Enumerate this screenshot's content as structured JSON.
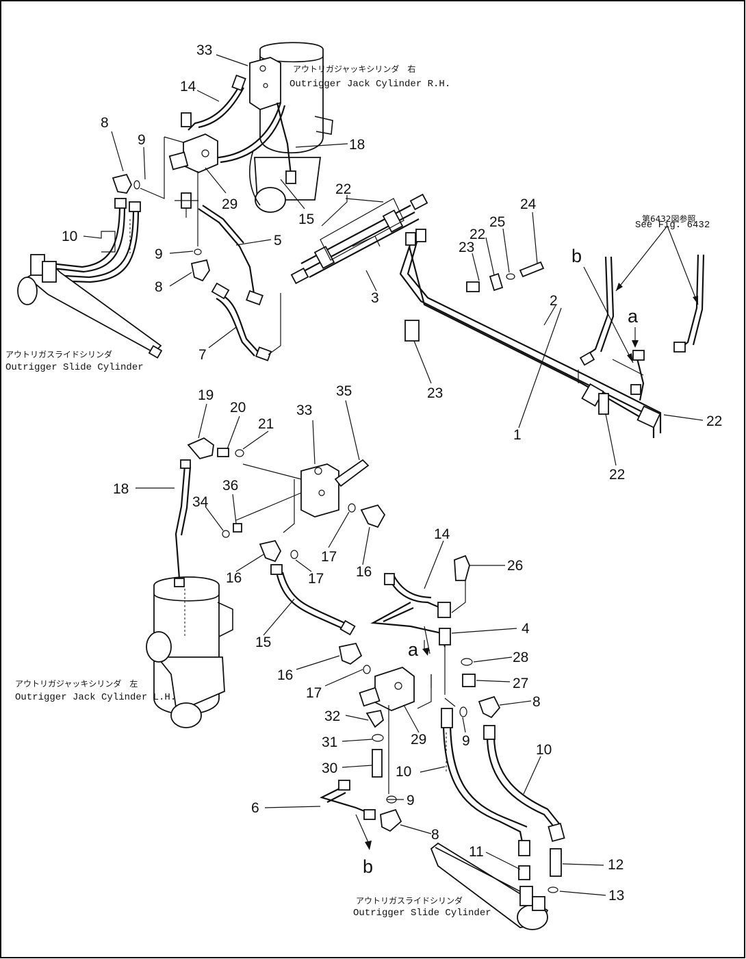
{
  "frame_color": "#111111",
  "labels": {
    "rh_jack_jp": "アウトリガジャッキシリンダ　右",
    "rh_jack_en": "Outrigger Jack Cylinder R.H.",
    "lh_jack_jp": "アウトリガジャッキシリンダ　左",
    "lh_jack_en": "Outrigger Jack Cylinder L.H.",
    "slide_upper_jp": "アウトリガスライドシリンダ",
    "slide_upper_en": "Outrigger Slide Cylinder",
    "slide_lower_jp": "アウトリガスライドシリンダ",
    "slide_lower_en": "Outrigger Slide Cylinder",
    "see_fig_jp": "第6432図参照",
    "see_fig_en": "See Fig. 6432"
  },
  "callouts": [
    {
      "id": "n33a",
      "text": "33"
    },
    {
      "id": "n14a",
      "text": "14"
    },
    {
      "id": "n18a",
      "text": "18"
    },
    {
      "id": "n8a",
      "text": "8"
    },
    {
      "id": "n9a",
      "text": "9"
    },
    {
      "id": "n29a",
      "text": "29"
    },
    {
      "id": "n15a",
      "text": "15"
    },
    {
      "id": "n10a",
      "text": "10"
    },
    {
      "id": "n9b",
      "text": "9"
    },
    {
      "id": "n5",
      "text": "5"
    },
    {
      "id": "n8b",
      "text": "8"
    },
    {
      "id": "n7",
      "text": "7"
    },
    {
      "id": "n22a",
      "text": "22"
    },
    {
      "id": "n3",
      "text": "3"
    },
    {
      "id": "n24",
      "text": "24"
    },
    {
      "id": "n25",
      "text": "25"
    },
    {
      "id": "n22b",
      "text": "22"
    },
    {
      "id": "n23a",
      "text": "23"
    },
    {
      "id": "n2",
      "text": "2"
    },
    {
      "id": "n23b",
      "text": "23"
    },
    {
      "id": "n1",
      "text": "1"
    },
    {
      "id": "n22c",
      "text": "22"
    },
    {
      "id": "n22d",
      "text": "22"
    },
    {
      "id": "n19",
      "text": "19"
    },
    {
      "id": "n20",
      "text": "20"
    },
    {
      "id": "n21",
      "text": "21"
    },
    {
      "id": "n33b",
      "text": "33"
    },
    {
      "id": "n35",
      "text": "35"
    },
    {
      "id": "n18b",
      "text": "18"
    },
    {
      "id": "n34",
      "text": "34"
    },
    {
      "id": "n36",
      "text": "36"
    },
    {
      "id": "n17a",
      "text": "17"
    },
    {
      "id": "n16a",
      "text": "16"
    },
    {
      "id": "n16b",
      "text": "16"
    },
    {
      "id": "n17b",
      "text": "17"
    },
    {
      "id": "n14b",
      "text": "14"
    },
    {
      "id": "n26",
      "text": "26"
    },
    {
      "id": "n15b",
      "text": "15"
    },
    {
      "id": "n4",
      "text": "4"
    },
    {
      "id": "n28",
      "text": "28"
    },
    {
      "id": "n16c",
      "text": "16"
    },
    {
      "id": "n27",
      "text": "27"
    },
    {
      "id": "n17c",
      "text": "17"
    },
    {
      "id": "n8c",
      "text": "8"
    },
    {
      "id": "n32",
      "text": "32"
    },
    {
      "id": "n29b",
      "text": "29"
    },
    {
      "id": "n9c",
      "text": "9"
    },
    {
      "id": "n31",
      "text": "31"
    },
    {
      "id": "n30",
      "text": "30"
    },
    {
      "id": "n10b",
      "text": "10"
    },
    {
      "id": "n10c",
      "text": "10"
    },
    {
      "id": "n6",
      "text": "6"
    },
    {
      "id": "n9d",
      "text": "9"
    },
    {
      "id": "n8d",
      "text": "8"
    },
    {
      "id": "n11",
      "text": "11"
    },
    {
      "id": "n12",
      "text": "12"
    },
    {
      "id": "n13",
      "text": "13"
    }
  ],
  "letters": [
    {
      "id": "la1",
      "text": "a"
    },
    {
      "id": "lb1",
      "text": "b"
    },
    {
      "id": "la2",
      "text": "a"
    },
    {
      "id": "lb2",
      "text": "b"
    }
  ]
}
